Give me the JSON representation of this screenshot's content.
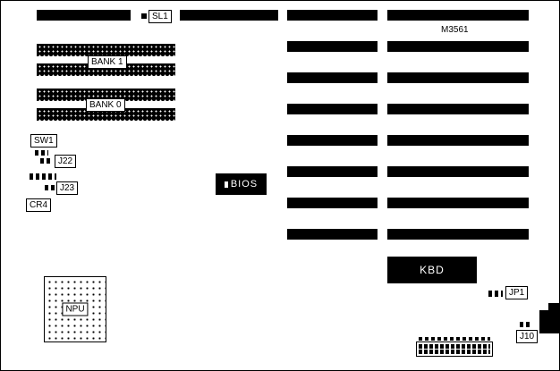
{
  "diagram": {
    "model": "M3561",
    "labels": {
      "sl1": "SL1",
      "bank1": "BANK 1",
      "bank0": "BANK 0",
      "sw1": "SW1",
      "j22": "J22",
      "j23": "J23",
      "cr4": "CR4",
      "bios": "BIOS",
      "npu": "NPU",
      "kbd": "KBD",
      "jp1": "JP1",
      "j10": "J10"
    },
    "slots": {
      "left_column_rows": 8,
      "right_column_rows": 8
    },
    "memory": {
      "rows": 4
    }
  }
}
